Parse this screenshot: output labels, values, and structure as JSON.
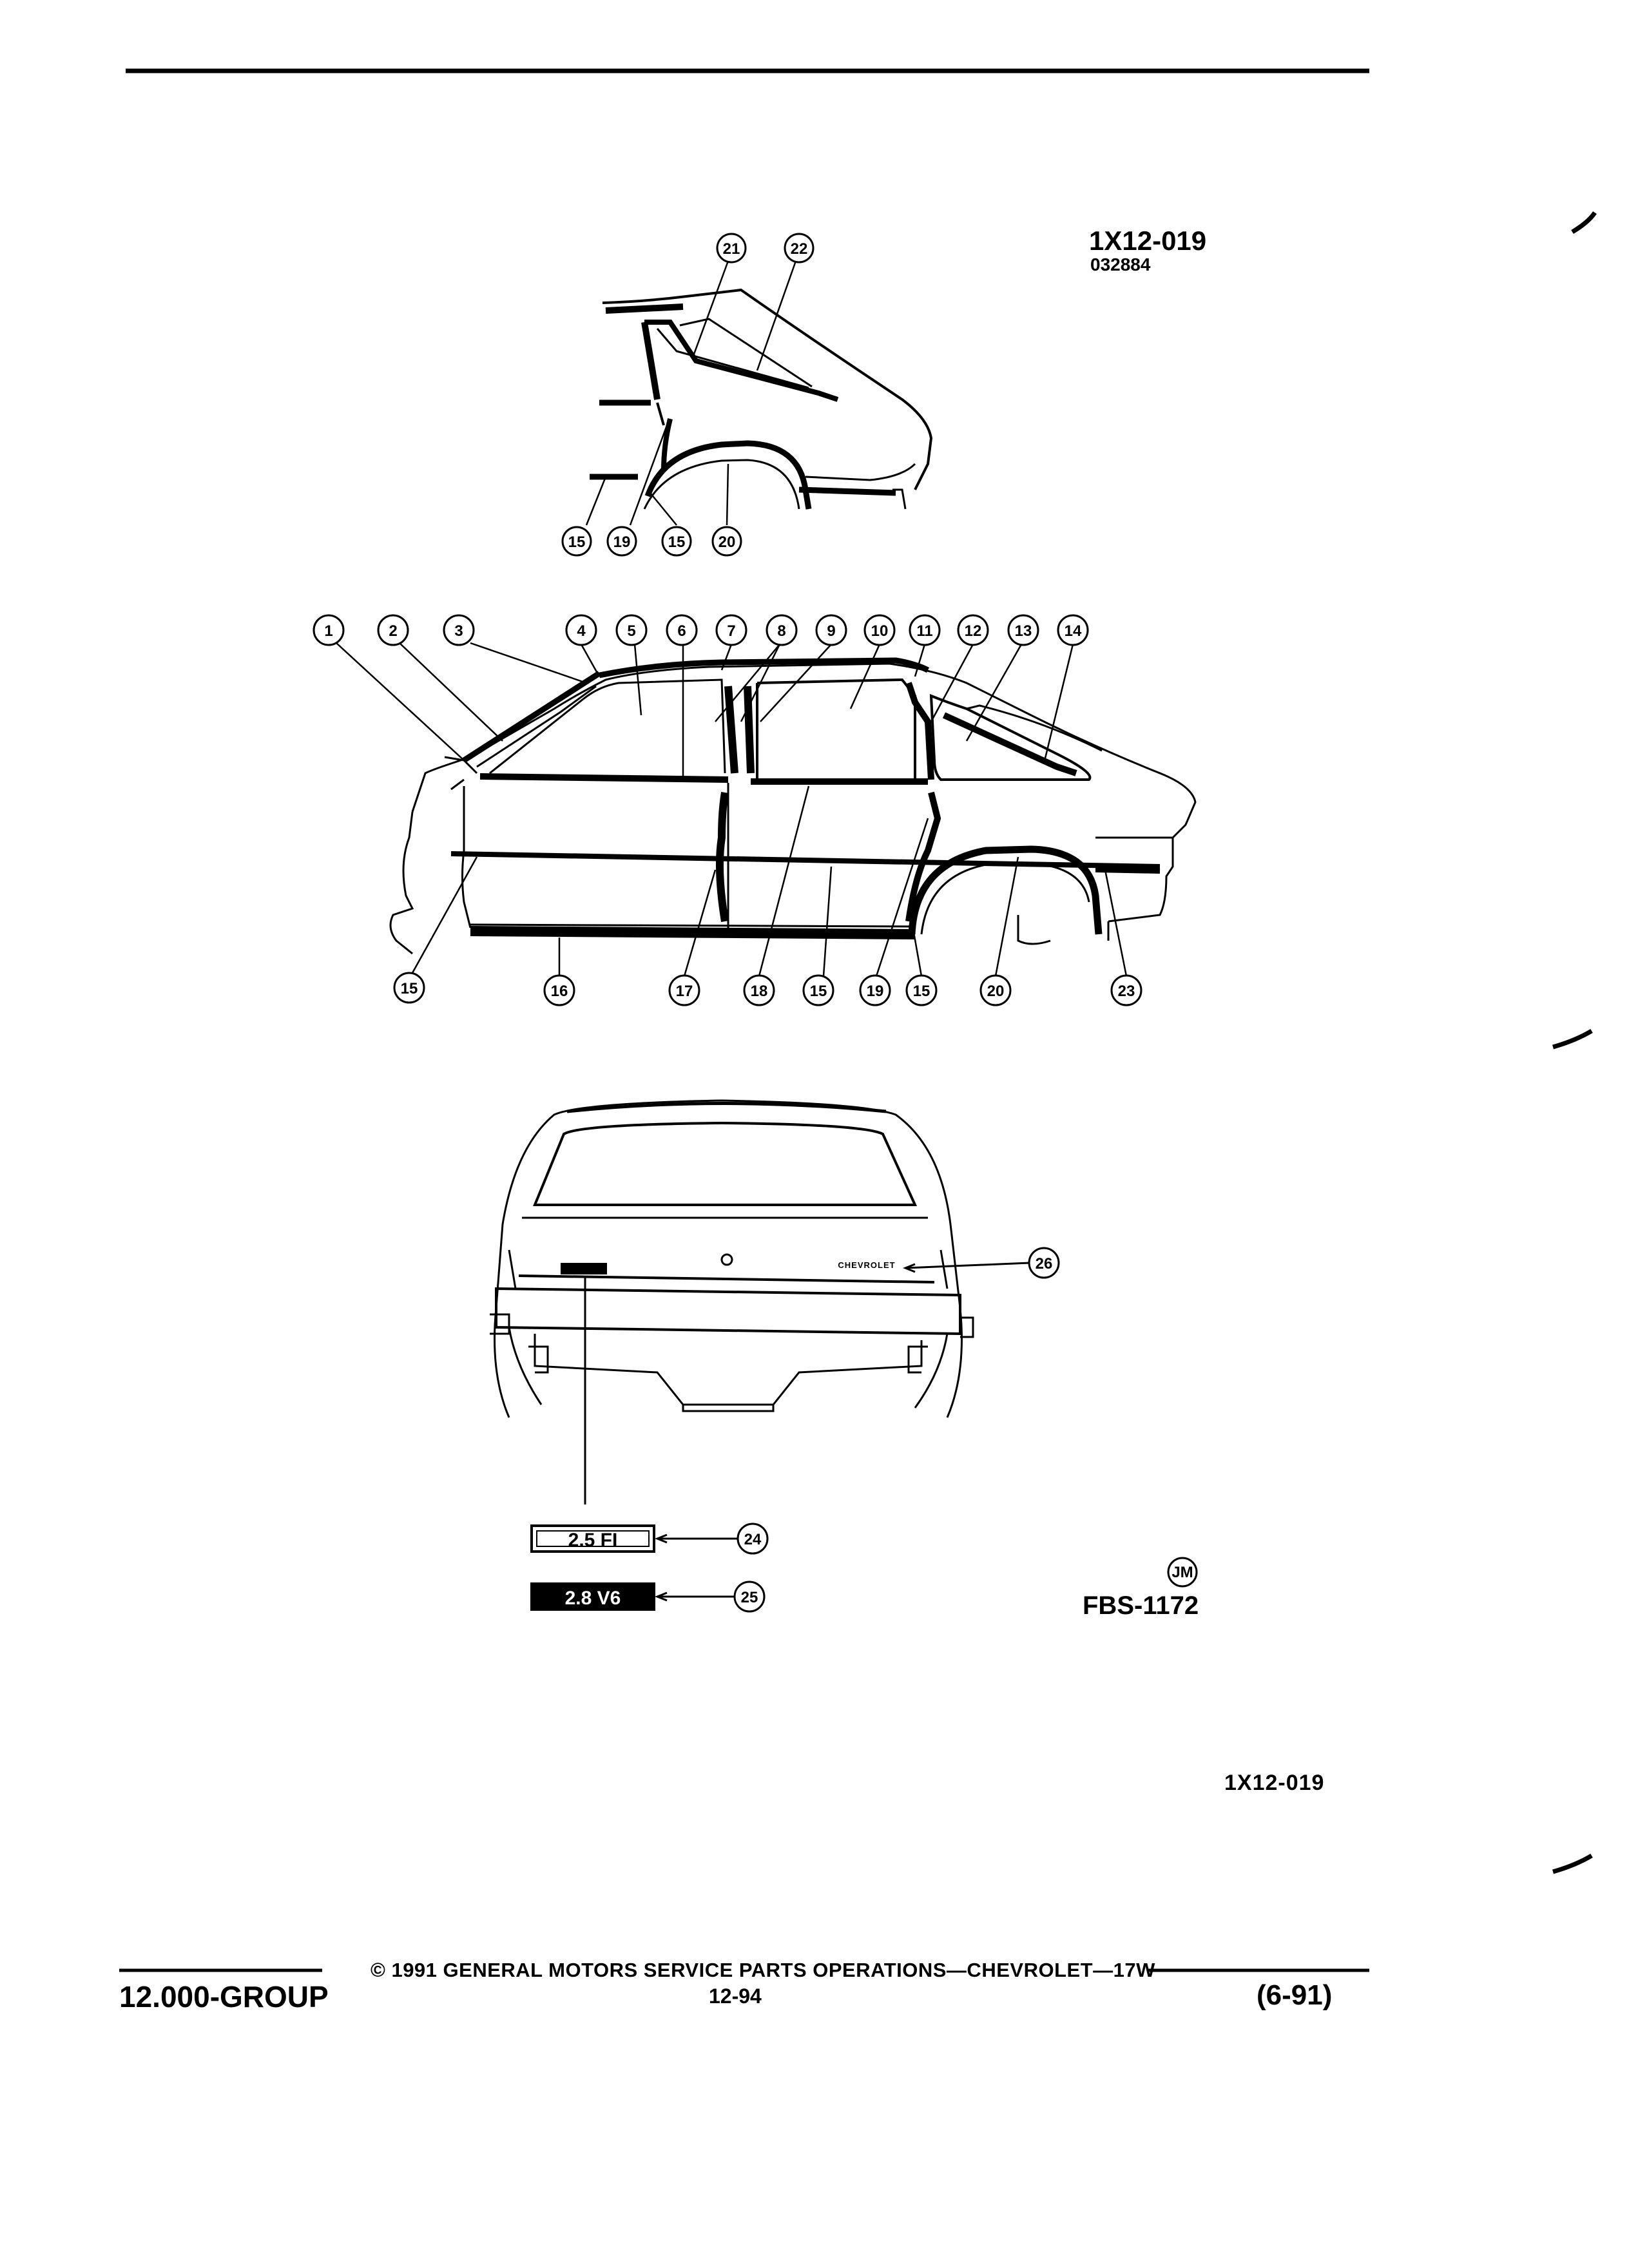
{
  "header": {
    "figure_code": "1X12-019",
    "date_code": "032884"
  },
  "illustrations": {
    "upper_detail_callouts": [
      "21",
      "22",
      "15",
      "19",
      "15",
      "20"
    ],
    "side_view_top_callouts": [
      "1",
      "2",
      "3",
      "4",
      "5",
      "6",
      "7",
      "8",
      "9",
      "10",
      "11",
      "12",
      "13",
      "14"
    ],
    "side_view_bottom_callouts": [
      "15",
      "16",
      "17",
      "18",
      "15",
      "19",
      "15",
      "20",
      "23"
    ],
    "rear_view_callouts": [
      "26",
      "24",
      "25"
    ],
    "rear_nameplate": "CHEVROLET",
    "emblem_24": "2.5 FI",
    "emblem_25": "2.8 V6",
    "illustrator_mark": "JM"
  },
  "figure_ref": "FBS-1172",
  "page_code": "1X12-019",
  "footer": {
    "group": "12.000-GROUP",
    "copyright": "© 1991 GENERAL MOTORS SERVICE PARTS OPERATIONS—CHEVROLET—17W",
    "page_number": "12-94",
    "revision": "(6-91)"
  }
}
